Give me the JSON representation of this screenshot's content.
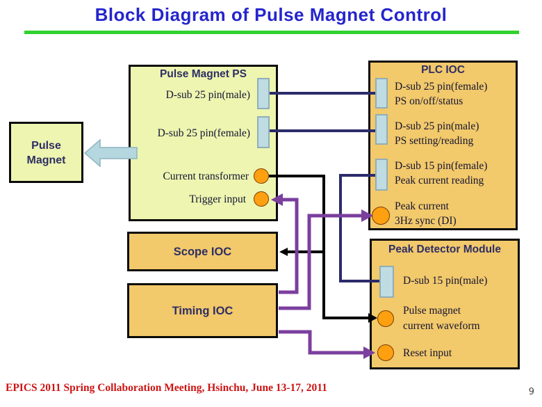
{
  "slide": {
    "title": "Block Diagram of Pulse Magnet Control",
    "footer": "EPICS 2011 Spring Collaboration Meeting, Hsinchu, June 13-17, 2011",
    "page_number": "9"
  },
  "colors": {
    "title_blue": "#2525cc",
    "rule_green": "#2fd12f",
    "box_yellow_green": "#edf5b0",
    "box_tan": "#f2c96b",
    "heading_indigo": "#2e2e63",
    "label_dark": "#141432",
    "connector_blue": "#bfdce3",
    "circle_orange": "#ffa010",
    "line_navy": "#2b2b6b",
    "line_black": "#000000",
    "line_purple": "#7b3f9e",
    "block_arrow_blue": "#b5d7e0",
    "footer_red": "#cc1414"
  },
  "blocks": {
    "pulse_magnet": {
      "line1": "Pulse",
      "line2": "Magnet"
    },
    "pulse_magnet_ps": {
      "title": "Pulse Magnet PS",
      "ports": [
        {
          "label": "D-sub 25 pin(male)"
        },
        {
          "label": "D-sub 25 pin(female)"
        },
        {
          "label": "Current transformer"
        },
        {
          "label": "Trigger input"
        }
      ]
    },
    "plc_ioc": {
      "title": "PLC IOC",
      "ports": [
        {
          "line1": "D-sub 25 pin(female)",
          "line2": "PS on/off/status"
        },
        {
          "line1": "D-sub 25 pin(male)",
          "line2": "PS setting/reading"
        },
        {
          "line1": "D-sub 15 pin(female)",
          "line2": "Peak current reading"
        },
        {
          "line1": "Peak current",
          "line2": "3Hz sync (DI)"
        }
      ]
    },
    "scope_ioc": {
      "title": "Scope IOC"
    },
    "timing_ioc": {
      "title": "Timing IOC"
    },
    "peak_detector": {
      "title": "Peak Detector Module",
      "ports": [
        {
          "line1": "D-sub 15 pin(male)"
        },
        {
          "line1": "Pulse magnet",
          "line2": "current waveform"
        },
        {
          "line1": "Reset input"
        }
      ]
    }
  }
}
